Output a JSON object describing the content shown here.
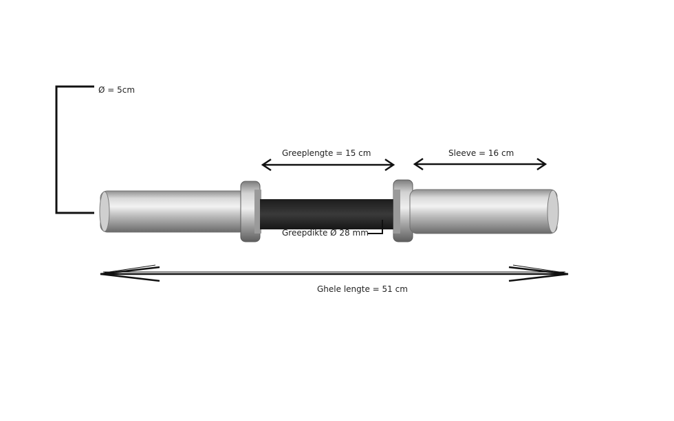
{
  "labels": {
    "diameter": "Ø = 5cm",
    "grip_length": "Greeplengte  =  15 cm",
    "sleeve": "Sleeve  =  16 cm",
    "grip_thickness": "Greepdikte Ø 28 mm",
    "total_length": "Ghele lengte  =  51 cm"
  },
  "colors": {
    "line": "#111111",
    "text": "#222222",
    "metal_light": "#e8e8e8",
    "metal_mid": "#b5b5b5",
    "metal_dark": "#6f6f6f",
    "grip": "#2b2b2b"
  }
}
